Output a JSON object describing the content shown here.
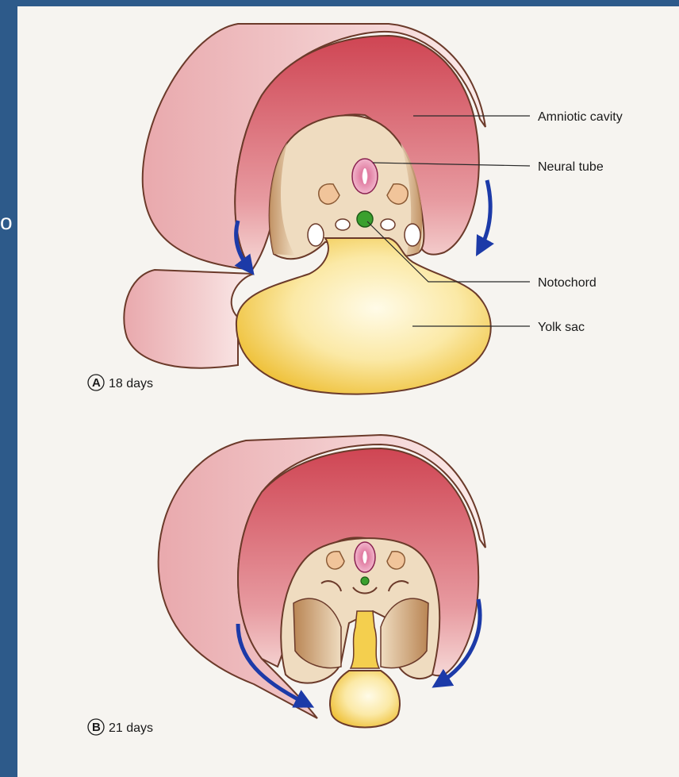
{
  "slide": {
    "left_edge_text": "o"
  },
  "diagram": {
    "labels": {
      "amniotic_cavity": "Amniotic cavity",
      "neural_tube": "Neural tube",
      "notochord": "Notochord",
      "yolk_sac": "Yolk sac"
    },
    "panels": [
      {
        "letter": "A",
        "caption": "18 days"
      },
      {
        "letter": "B",
        "caption": "21 days"
      }
    ]
  },
  "colors": {
    "slide_background": "#2d5a8a",
    "panel_background": "#f6f4f0",
    "amnion_pink": "#e8a3a8",
    "amnion_red": "#cf4f5c",
    "yolk_yellow": "#f4cf4e",
    "embryo_tan": "#ead2b0",
    "notochord_green": "#3aa02e",
    "arrow_blue": "#1c3aa8"
  }
}
